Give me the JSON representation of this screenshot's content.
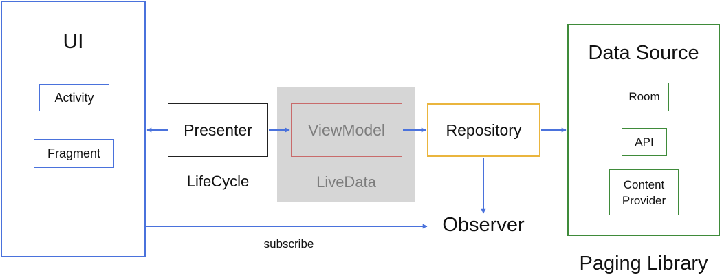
{
  "ui": {
    "title": "UI",
    "activity_label": "Activity",
    "fragment_label": "Fragment"
  },
  "presenter": {
    "label": "Presenter",
    "caption": "LifeCycle"
  },
  "livedata": {
    "viewmodel_label": "ViewModel",
    "caption": "LiveData"
  },
  "repository": {
    "label": "Repository"
  },
  "observer": {
    "label": "Observer",
    "subscribe_label": "subscribe"
  },
  "data_source": {
    "title": "Data Source",
    "room_label": "Room",
    "api_label": "API",
    "content_provider_label": "Content Provider",
    "caption": "Paging Library"
  },
  "colors": {
    "ui_blue": "#4a72dc",
    "repository_yellow": "#eab53e",
    "viewmodel_red": "#c96b6b",
    "data_source_green": "#3f8b3a",
    "livedata_gray": "#d6d6d6"
  }
}
